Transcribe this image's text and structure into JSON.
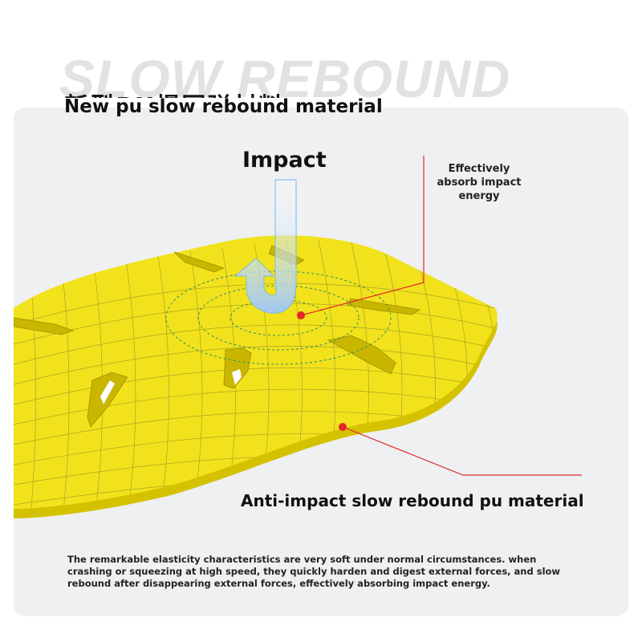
{
  "banner": {
    "watermark": "SLOW REBOUND",
    "chinese_title": "新型PU慢回弹材料",
    "heading": "New pu slow rebound material"
  },
  "callouts": {
    "impact": "Impact",
    "absorb": "Effectively absorb impact energy",
    "material": "Anti-impact slow rebound pu material"
  },
  "description": "The remarkable elasticity characteristics are very soft under normal circumstances. when crashing or squeezing at high speed, they quickly harden and digest external forces, and slow rebound after disappearing external forces, effectively absorbing impact energy.",
  "colors": {
    "pad": "#f2e21b",
    "pad_shade": "#d9c400",
    "grid": "#8a8a2a",
    "leader": "#e3272a",
    "arrow": "#bcd9f5",
    "card": "#eef0f2"
  }
}
